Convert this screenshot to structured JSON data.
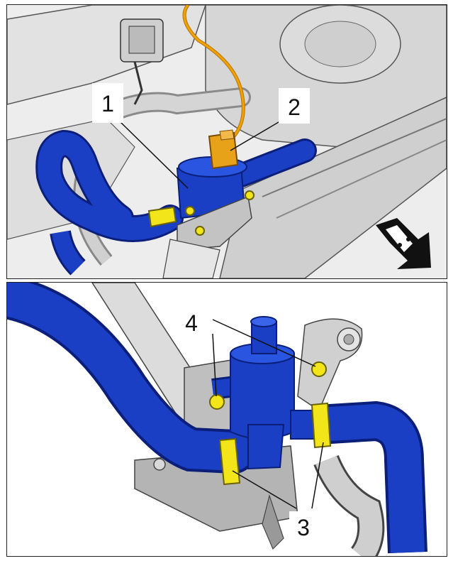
{
  "figure": {
    "callouts": {
      "c1": "1",
      "c2": "2",
      "c3": "3",
      "c4": "4"
    },
    "colors": {
      "hose_blue": "#1a3fc4",
      "hose_blue_dark": "#0b1f7a",
      "clamp_yellow": "#f2e61a",
      "connector_orange": "#e8a21a",
      "wire_orange": "#f0a200",
      "engine_gray": "#c9c9c9",
      "bracket_gray": "#b4b4b4"
    },
    "icons": {
      "direction_indicator": "vehicle-direction-arrow-icon"
    }
  }
}
